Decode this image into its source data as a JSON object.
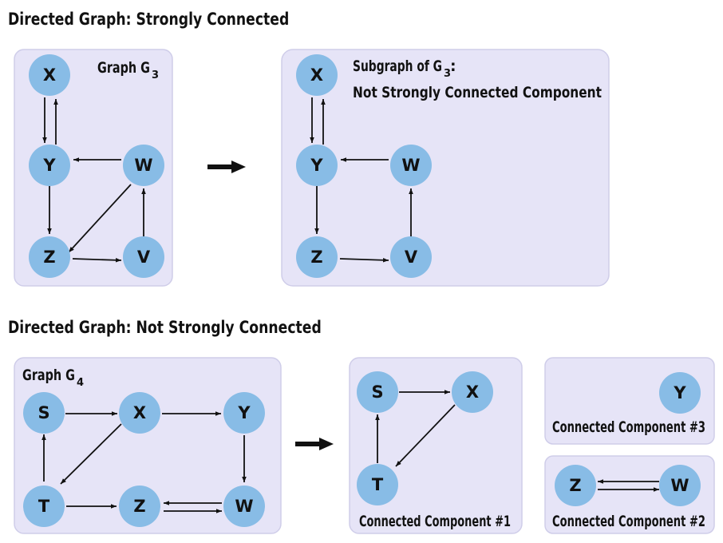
{
  "headings": {
    "top": "Directed Graph: Strongly Connected",
    "bottom": "Directed Graph: Not Strongly Connected"
  },
  "panels": {
    "g3": {
      "title": "Graph G",
      "sub": "3"
    },
    "g3sub": {
      "title1_pre": "Subgraph of G",
      "title1_sub": "3",
      "title1_post": ":",
      "title2": "Not Strongly Connected Component"
    },
    "g4": {
      "title": "Graph G",
      "sub": "4"
    },
    "cc1": {
      "caption": "Connected Component #1"
    },
    "cc3": {
      "caption": "Connected Component #3"
    },
    "cc2": {
      "caption": "Connected Component #2"
    }
  },
  "nodes": {
    "g3": [
      "X",
      "Y",
      "W",
      "Z",
      "V"
    ],
    "g3sub": [
      "X",
      "Y",
      "W",
      "Z",
      "V"
    ],
    "g4": [
      "S",
      "X",
      "Y",
      "T",
      "Z",
      "W"
    ],
    "cc1": [
      "S",
      "X",
      "T"
    ],
    "cc3": [
      "Y"
    ],
    "cc2": [
      "Z",
      "W"
    ]
  },
  "colors": {
    "node_fill": "#88bce6",
    "panel_fill": "#e6e4f7",
    "edge": "#111111"
  }
}
